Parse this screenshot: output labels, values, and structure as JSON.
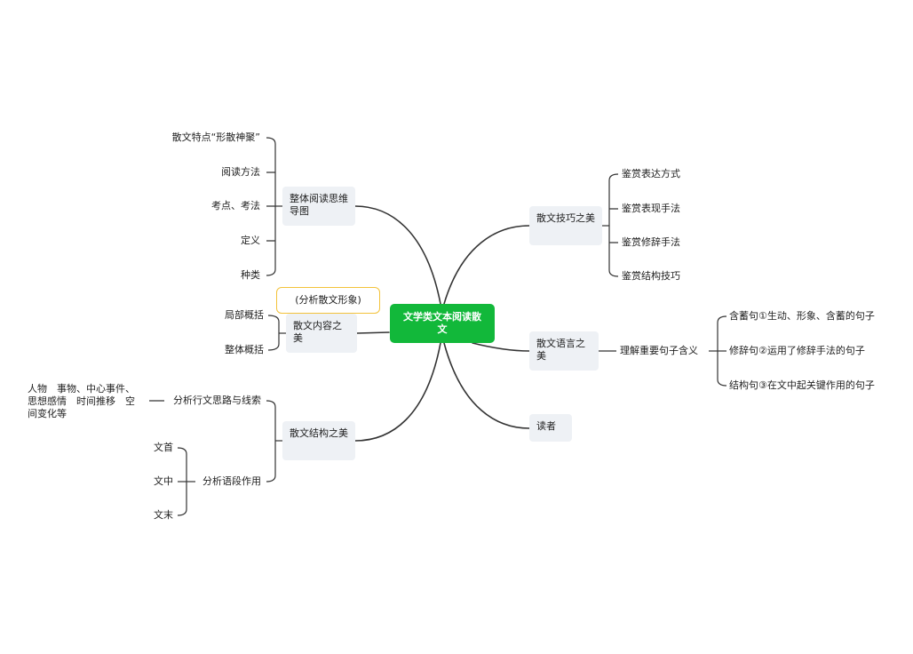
{
  "root": "文学类文本阅读散文",
  "left": {
    "reading": {
      "label": "整体阅读思维导图",
      "children": [
        "散文特点“形散神聚”",
        "阅读方法",
        "考点、考法",
        "定义",
        "种类"
      ]
    },
    "content": {
      "label": "散文内容之美",
      "callout": "(分析散文形象)",
      "children": [
        "局部概括",
        "整体概括"
      ]
    },
    "structure": {
      "label": "散文结构之美",
      "thread": {
        "label": "分析行文思路与线索",
        "detail": "人物　事物、中心事件、思想感情　时间推移　空间变化等"
      },
      "paragraph": {
        "label": "分析语段作用",
        "children": [
          "文首",
          "文中",
          "文末"
        ]
      }
    }
  },
  "right": {
    "skills": {
      "label": "散文技巧之美",
      "children": [
        "鉴赏表达方式",
        "鉴赏表现手法",
        "鉴赏修辞手法",
        "鉴赏结构技巧"
      ]
    },
    "language": {
      "label": "散文语言之美",
      "sub": "理解重要句子含义",
      "children": [
        "含蓄句①生动、形象、含蓄的句子",
        "修辞句②运用了修辞手法的句子",
        "结构句③在文中起关键作用的句子"
      ]
    },
    "reader": {
      "label": "读者"
    }
  },
  "colors": {
    "root": "#12b83a",
    "topic_bg": "#eef1f5",
    "line": "#333333",
    "callout_border": "#f3c23a"
  }
}
